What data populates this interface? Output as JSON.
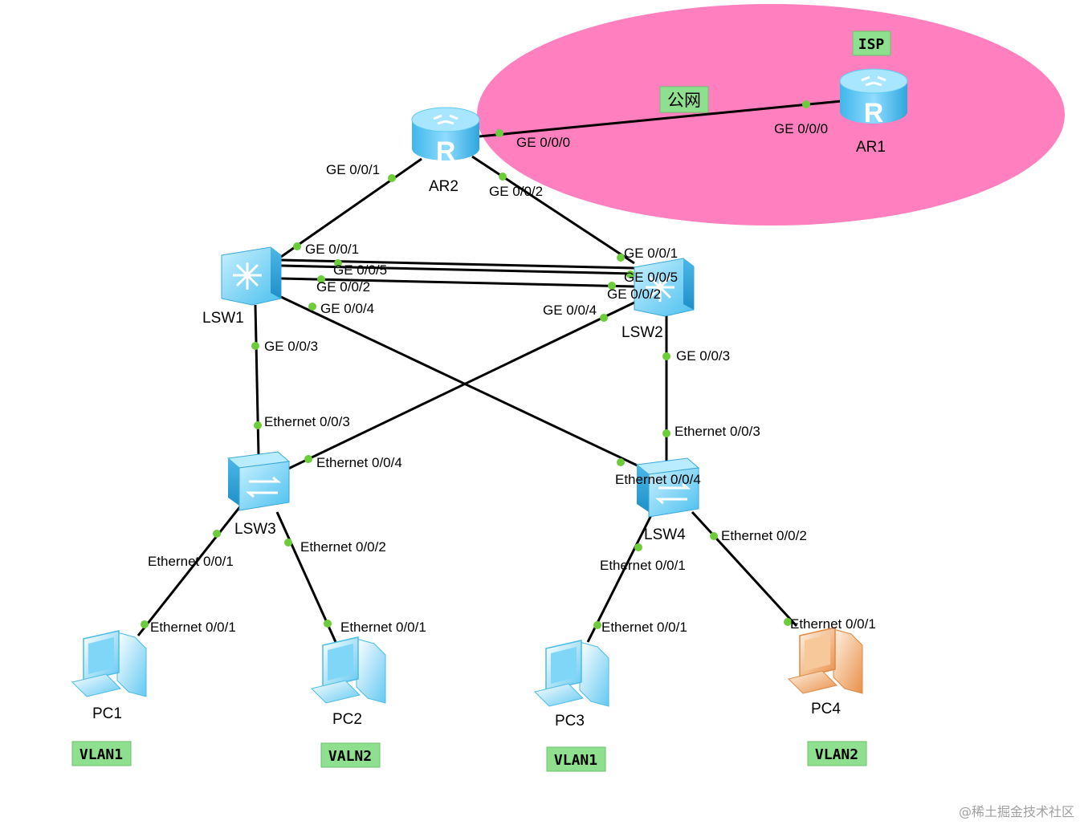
{
  "zone": {
    "color": "#ff7fbf",
    "label": "ISP",
    "link_label": "公网"
  },
  "devices": {
    "ar1": {
      "name": "AR1",
      "type": "router"
    },
    "ar2": {
      "name": "AR2",
      "type": "router"
    },
    "lsw1": {
      "name": "LSW1",
      "type": "core-switch"
    },
    "lsw2": {
      "name": "LSW2",
      "type": "core-switch"
    },
    "lsw3": {
      "name": "LSW3",
      "type": "access-switch"
    },
    "lsw4": {
      "name": "LSW4",
      "type": "access-switch"
    },
    "pc1": {
      "name": "PC1",
      "type": "pc",
      "color": "#9fdcff"
    },
    "pc2": {
      "name": "PC2",
      "type": "pc",
      "color": "#9fdcff"
    },
    "pc3": {
      "name": "PC3",
      "type": "pc",
      "color": "#9fdcff"
    },
    "pc4": {
      "name": "PC4",
      "type": "pc",
      "color": "#f4b27a"
    }
  },
  "ports": {
    "ar2_ge000": "GE 0/0/0",
    "ar1_ge000": "GE 0/0/0",
    "ar2_ge001": "GE 0/0/1",
    "ar2_ge002": "GE 0/0/2",
    "lsw1_ge001": "GE 0/0/1",
    "lsw1_ge005": "GE 0/0/5",
    "lsw1_ge002": "GE 0/0/2",
    "lsw1_ge004": "GE 0/0/4",
    "lsw1_ge003": "GE 0/0/3",
    "lsw2_ge001": "GE 0/0/1",
    "lsw2_ge005": "GE 0/0/5",
    "lsw2_ge002": "GE 0/0/2",
    "lsw2_ge004": "GE 0/0/4",
    "lsw2_ge003": "GE 0/0/3",
    "lsw3_eth003": "Ethernet 0/0/3",
    "lsw3_eth004": "Ethernet 0/0/4",
    "lsw3_eth001": "Ethernet 0/0/1",
    "lsw3_eth002": "Ethernet 0/0/2",
    "lsw4_eth003": "Ethernet 0/0/3",
    "lsw4_eth004": "Ethernet 0/0/4",
    "lsw4_eth001": "Ethernet 0/0/1",
    "lsw4_eth002": "Ethernet 0/0/2",
    "pc1_eth001": "Ethernet 0/0/1",
    "pc2_eth001": "Ethernet 0/0/1",
    "pc3_eth001": "Ethernet 0/0/1",
    "pc4_eth001": "Ethernet 0/0/1"
  },
  "vlan_tags": {
    "pc1": "VLAN1",
    "pc2": "VALN2",
    "pc3": "VLAN1",
    "pc4": "VLAN2"
  },
  "watermark": "@稀土掘金技术社区",
  "colors": {
    "link": "#000000",
    "port_dot": "#6dcc3a",
    "tag": "#8ee08e",
    "device_blue": "#5cc8f0"
  }
}
